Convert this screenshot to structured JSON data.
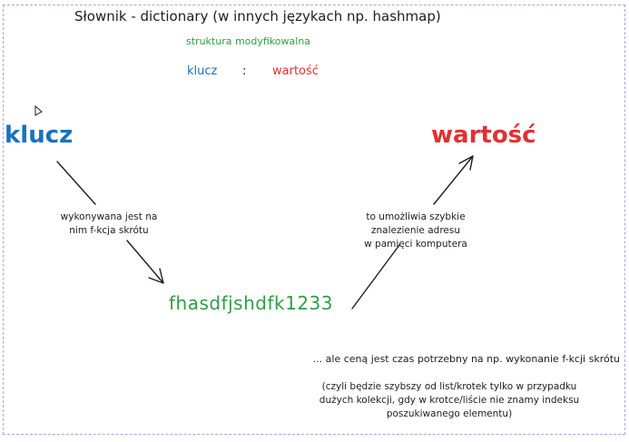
{
  "title": "Słownik - dictionary (w innych językach np. hashmap)",
  "subtitle": "struktura modyfikowalna",
  "legend": {
    "key": "klucz",
    "separator": ":",
    "value": "wartość"
  },
  "diagram": {
    "key_label": "klucz",
    "value_label": "wartość",
    "hash_value": "fhasdfjshdfk1233",
    "step1_lines": [
      "wykonywana jest na",
      "nim f-kcja skrótu"
    ],
    "step2_lines": [
      "to umożliwia szybkie",
      "znalezienie adresu",
      "w pamięci komputera"
    ]
  },
  "cost_note": "... ale ceną jest czas potrzebny na np. wykonanie f-kcji skrótu",
  "detail_lines": [
    "(czyli będzie szybszy od list/krotek tylko w przypadku",
    "dużych kolekcji, gdy w krotce/liście nie znamy indeksu",
    "poszukiwanego elementu)"
  ],
  "colors": {
    "key": "#1971c2",
    "value": "#e03131",
    "hash": "#2f9e44",
    "frame": "#a9a4e0"
  }
}
